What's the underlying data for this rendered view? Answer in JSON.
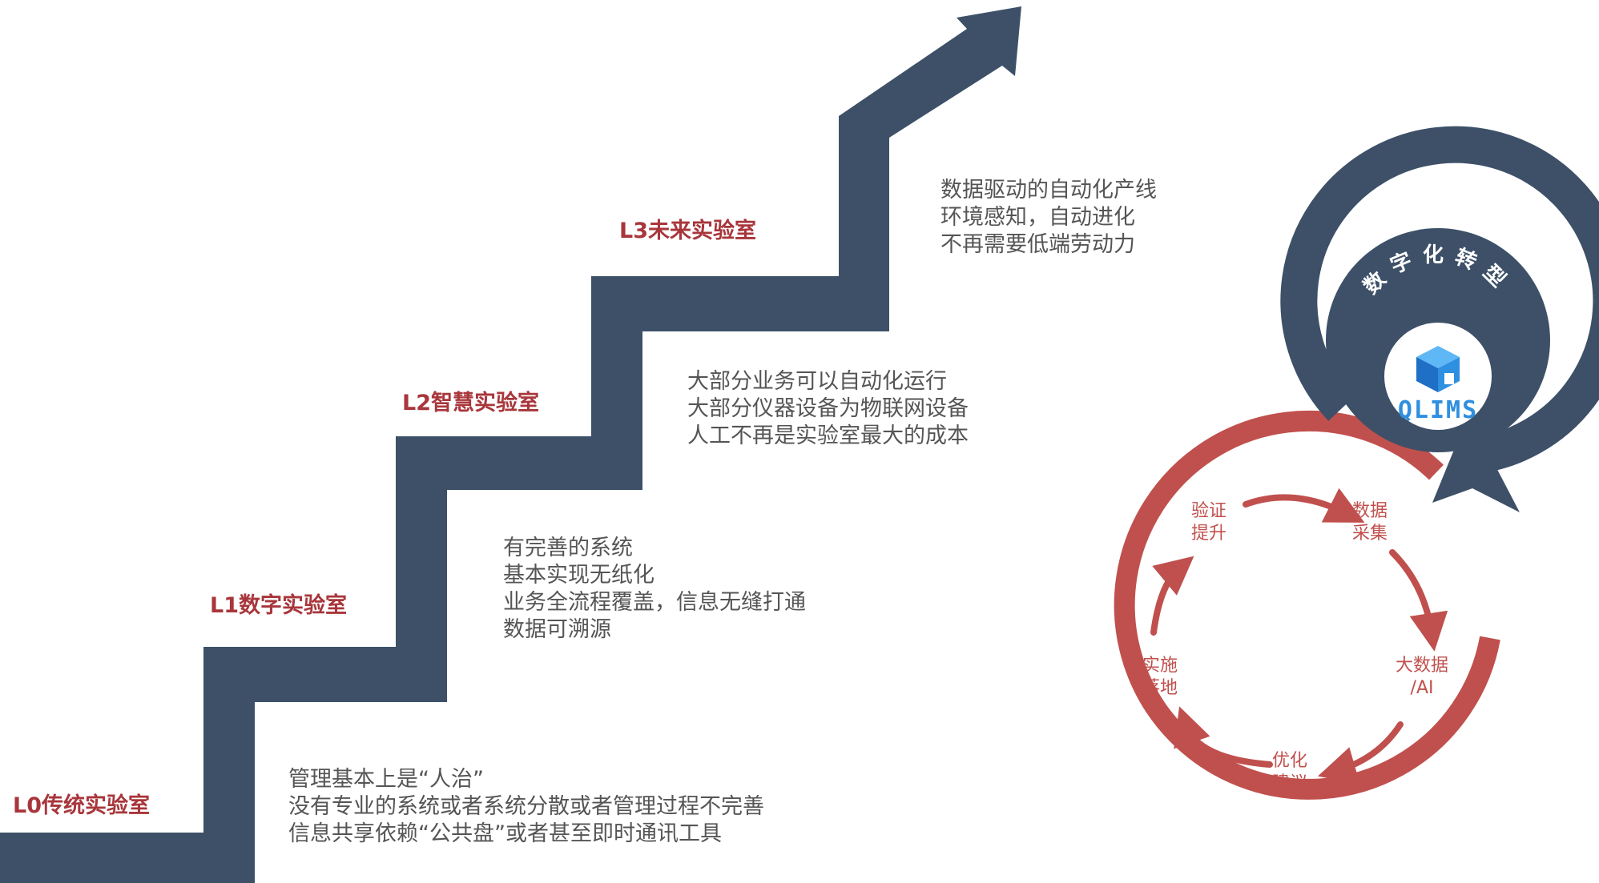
{
  "levels": [
    {
      "name": "L0传统实验室",
      "lines": [
        "管理基本上是“人治”",
        "没有专业的系统或者系统分散或者管理过程不完善",
        "信息共享依赖“公共盘”或者甚至即时通讯工具"
      ]
    },
    {
      "name": "L1数字实验室",
      "lines": [
        "有完善的系统",
        "基本实现无纸化",
        "业务全流程覆盖，信息无缝打通",
        "数据可溯源"
      ]
    },
    {
      "name": "L2智慧实验室",
      "lines": [
        "大部分业务可以自动化运行",
        "大部分仪器设备为物联网设备",
        "人工不再是实验室最大的成本"
      ]
    },
    {
      "name": "L3未来实验室",
      "lines": [
        "数据驱动的自动化产线",
        "环境感知，自动进化",
        "不再需要低端劳动力"
      ]
    }
  ],
  "transformation": {
    "arc_label": "数字化转型",
    "logo_text": "QLIMS"
  },
  "cycle": [
    [
      "数据",
      "采集"
    ],
    [
      "大数据",
      "/AI"
    ],
    [
      "优化",
      "建议"
    ],
    [
      "实施",
      "落地"
    ],
    [
      "验证",
      "提升"
    ]
  ],
  "colors": {
    "stair": "#3d5068",
    "level_text": "#a8363b",
    "desc_text": "#555555",
    "cycle": "#c0504d",
    "logo_blue": "#2f8fe0"
  }
}
